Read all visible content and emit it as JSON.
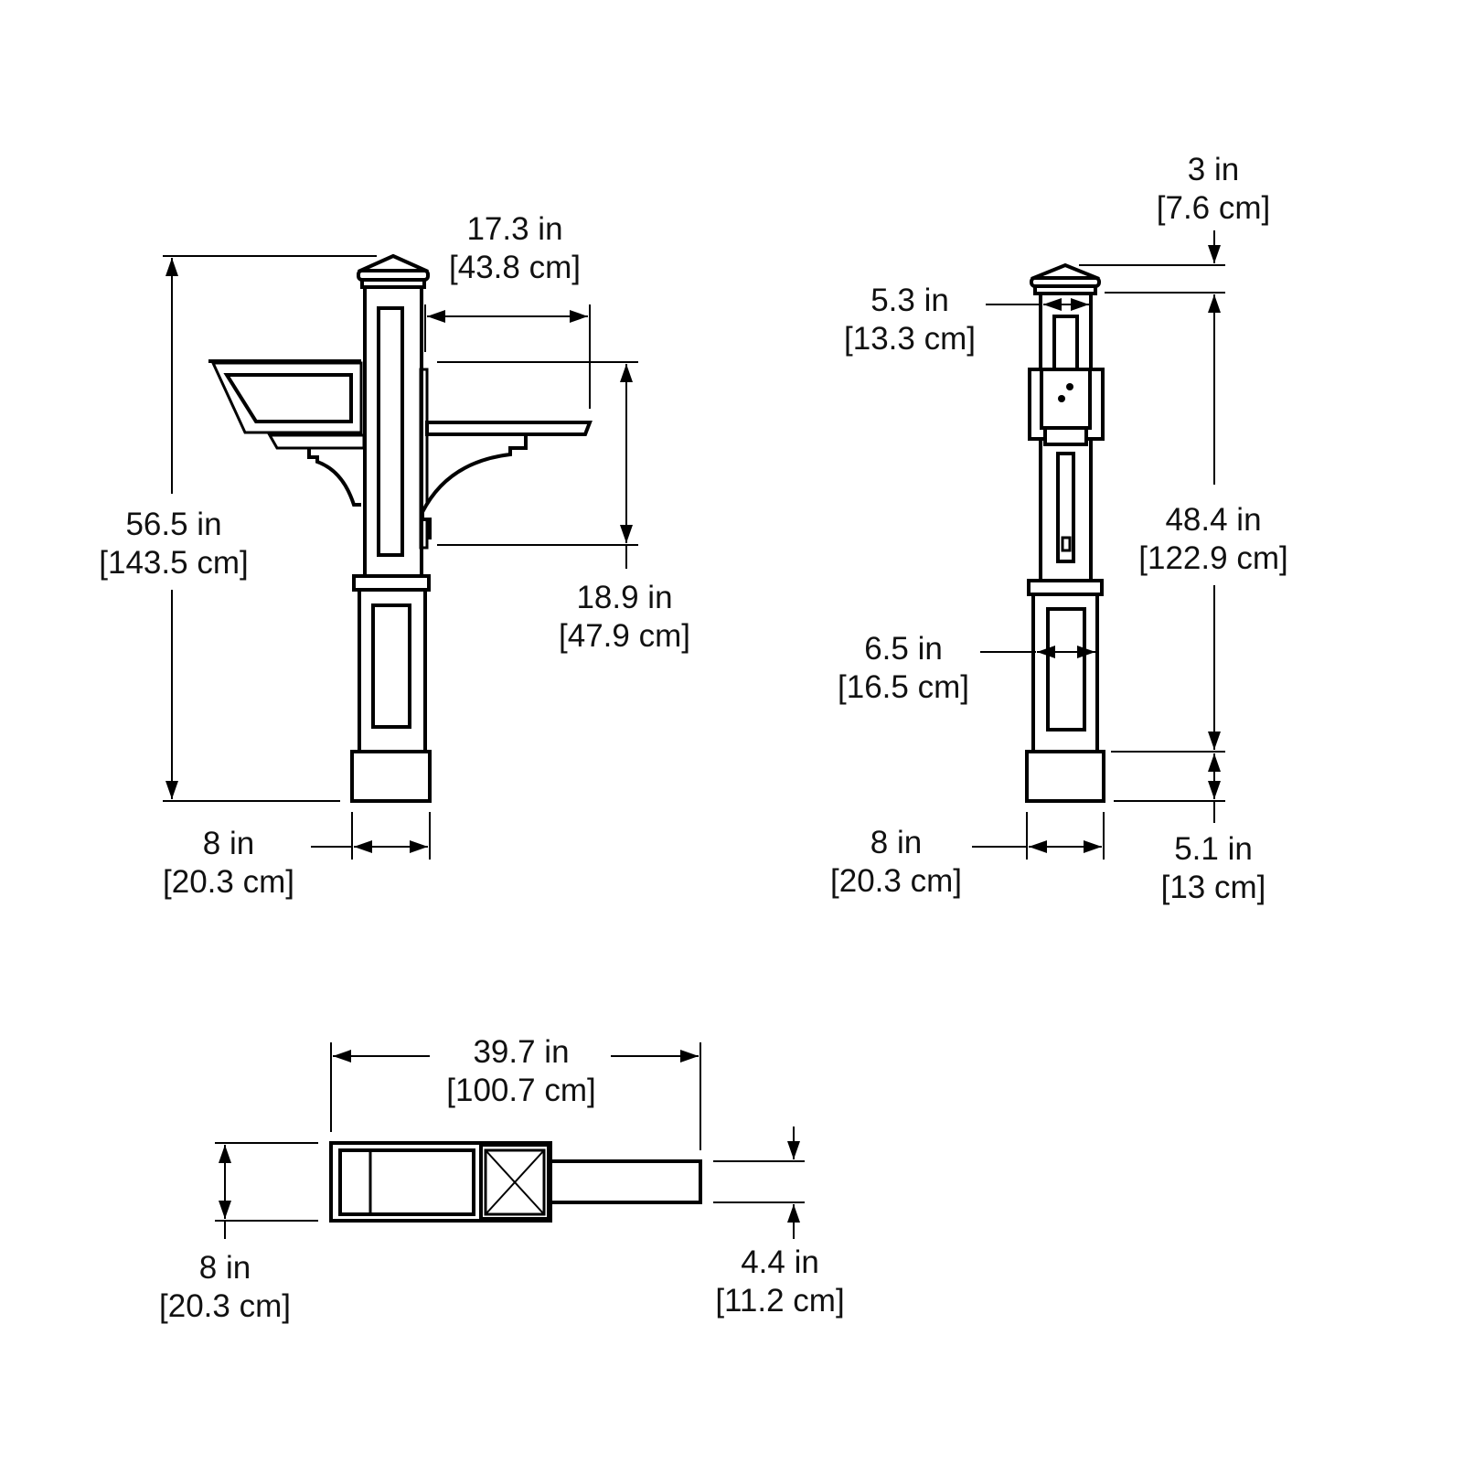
{
  "front_view": {
    "height": {
      "in": "56.5 in",
      "cm": "[143.5 cm]"
    },
    "arm_length": {
      "in": "17.3 in",
      "cm": "[43.8 cm]"
    },
    "sign_height": {
      "in": "18.9 in",
      "cm": "[47.9 cm]"
    },
    "base_width": {
      "in": "8 in",
      "cm": "[20.3 cm]"
    }
  },
  "side_view": {
    "cap_height": {
      "in": "3 in",
      "cm": "[7.6 cm]"
    },
    "post_width": {
      "in": "5.3 in",
      "cm": "[13.3 cm]"
    },
    "shaft_height": {
      "in": "48.4 in",
      "cm": "[122.9 cm]"
    },
    "sleeve_width": {
      "in": "6.5 in",
      "cm": "[16.5 cm]"
    },
    "base_width": {
      "in": "8 in",
      "cm": "[20.3 cm]"
    },
    "base_height": {
      "in": "5.1 in",
      "cm": "[13 cm]"
    }
  },
  "top_view": {
    "overall_length": {
      "in": "39.7 in",
      "cm": "[100.7 cm]"
    },
    "depth": {
      "in": "8 in",
      "cm": "[20.3 cm]"
    },
    "arm_width": {
      "in": "4.4 in",
      "cm": "[11.2 cm]"
    }
  }
}
